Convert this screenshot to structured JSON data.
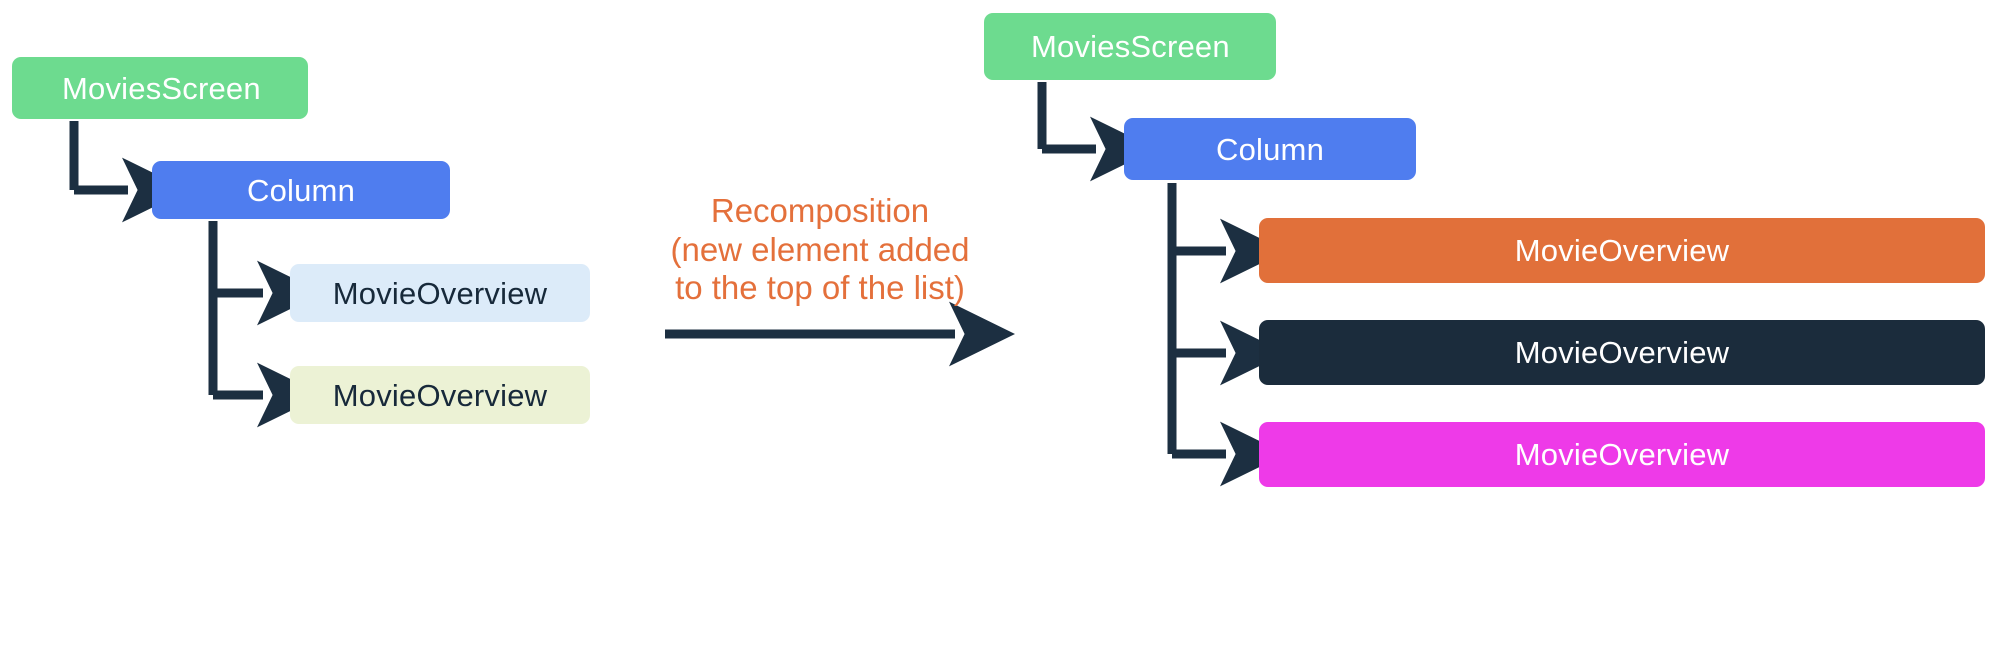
{
  "diagram": {
    "title_text_color": "#e4703b",
    "connector_color": "#1c2f41",
    "left_tree": {
      "root": {
        "label": "MoviesScreen",
        "color": "#6ddb8f",
        "text_color": "#ffffff"
      },
      "container": {
        "label": "Column",
        "color": "#4f7def",
        "text_color": "#ffffff"
      },
      "children": [
        {
          "label": "MovieOverview",
          "color": "#dcebf9",
          "text_color": "#17293a"
        },
        {
          "label": "MovieOverview",
          "color": "#ecf2d5",
          "text_color": "#17293a"
        }
      ]
    },
    "transition": {
      "lines": [
        "Recomposition",
        "(new element added",
        "to the top of the list)"
      ],
      "arrow_direction": "right"
    },
    "right_tree": {
      "root": {
        "label": "MoviesScreen",
        "color": "#6ddb8f",
        "text_color": "#ffffff"
      },
      "container": {
        "label": "Column",
        "color": "#4f7def",
        "text_color": "#ffffff"
      },
      "children": [
        {
          "label": "MovieOverview",
          "color": "#e1703a",
          "text_color": "#ffffff"
        },
        {
          "label": "MovieOverview",
          "color": "#1b2c3c",
          "text_color": "#ffffff"
        },
        {
          "label": "MovieOverview",
          "color": "#ee3ae8",
          "text_color": "#ffffff"
        }
      ]
    }
  }
}
